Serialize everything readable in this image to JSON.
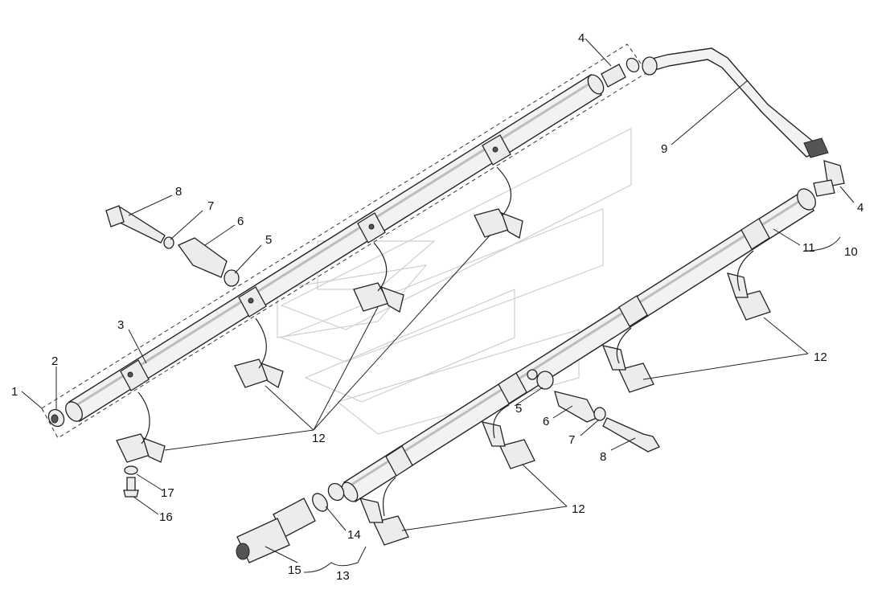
{
  "callouts": {
    "c1": "1",
    "c2": "2",
    "c3": "3",
    "c4a": "4",
    "c4b": "4",
    "c5a": "5",
    "c5b": "5",
    "c6a": "6",
    "c6b": "6",
    "c7a": "7",
    "c7b": "7",
    "c8a": "8",
    "c8b": "8",
    "c9": "9",
    "c10": "10",
    "c11": "11",
    "c12a": "12",
    "c12b": "12",
    "c12c": "12",
    "c13": "13",
    "c14": "14",
    "c15": "15",
    "c16": "16",
    "c17": "17"
  }
}
